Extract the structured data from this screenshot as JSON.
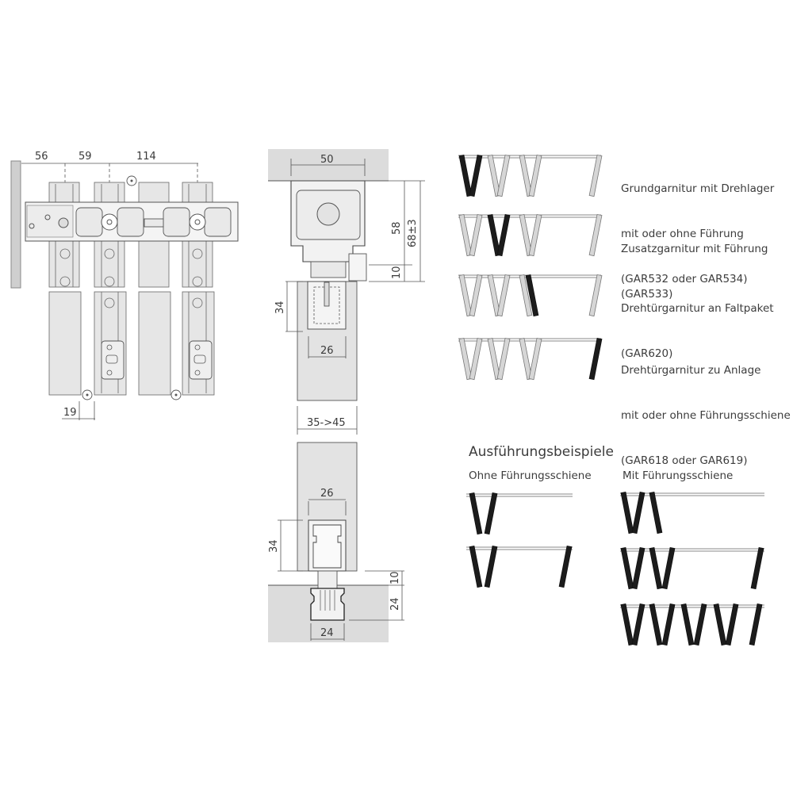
{
  "plan_view": {
    "dims": {
      "d1": "56",
      "d2": "59",
      "d3": "114",
      "d4": "19"
    }
  },
  "section_view": {
    "dims": {
      "top_width": "50",
      "height_58": "58",
      "height_68": "68±3",
      "gap_10_top": "10",
      "top_34": "34",
      "top_26": "26",
      "door_thickness": "35->45",
      "bottom_26": "26",
      "bottom_34": "34",
      "gap_10_bottom": "10",
      "floor_24_h": "24",
      "floor_24_w": "24"
    }
  },
  "legend": {
    "items": [
      {
        "lines": [
          "Grundgarnitur mit Drehlager",
          "mit oder ohne Führung",
          "(GAR532 oder GAR534)"
        ],
        "highlight": "first-pair"
      },
      {
        "lines": [
          "Zusatzgarnitur mit Führung",
          "(GAR533)"
        ],
        "highlight": "second-pair"
      },
      {
        "lines": [
          "Drehtürgarnitur an Faltpaket",
          "(GAR620)"
        ],
        "highlight": "last-of-pack"
      },
      {
        "lines": [
          "Drehtürgarnitur zu Anlage",
          "mit oder ohne Führungsschiene",
          "(GAR618 oder GAR619)"
        ],
        "highlight": "end-door"
      }
    ]
  },
  "examples": {
    "title": "Ausführungsbeispiele",
    "without_rail": "Ohne Führungsschiene",
    "with_rail": "Mit Führungsschiene"
  },
  "colors": {
    "panel_gray": "#e3e3e3",
    "line": "#555555",
    "highlight_black": "#1c1c1c",
    "leaf_gray": "#d6d6d6"
  }
}
